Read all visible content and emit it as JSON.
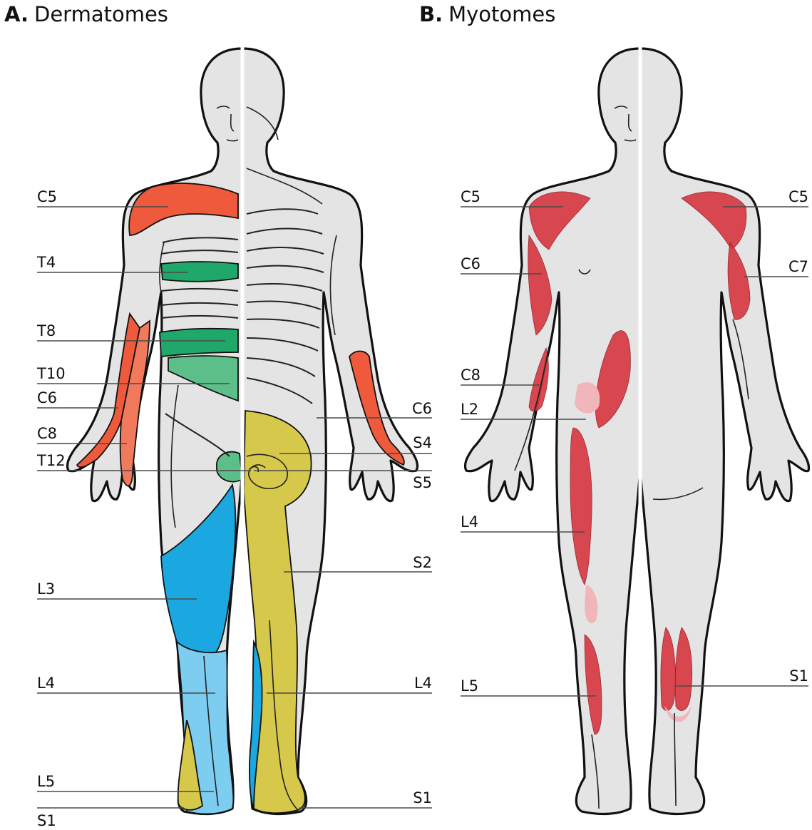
{
  "panels": [
    {
      "letter": "A.",
      "title": "Dermatomes"
    },
    {
      "letter": "B.",
      "title": "Myotomes"
    }
  ],
  "dermatome_labels": {
    "left": [
      "C5",
      "T4",
      "T8",
      "T10",
      "C6",
      "C8",
      "T12",
      "L3",
      "L4",
      "L5",
      "S1"
    ],
    "right": [
      "C6",
      "S4",
      "S5",
      "S2",
      "L4",
      "S1"
    ]
  },
  "myotome_labels": {
    "left": [
      "C5",
      "C6",
      "C8",
      "L2",
      "L4",
      "L5"
    ],
    "right": [
      "C5",
      "C7",
      "S1"
    ]
  },
  "colors": {
    "skin": "#e4e4e5",
    "cervical": "#f05a3c",
    "thoracic": "#1fa86a",
    "thoracic_light": "#5cbf8a",
    "lumbar": "#1ba8e0",
    "lumbar_light": "#7dcdf0",
    "sacral": "#d6c84a",
    "muscle": "#d7353f"
  }
}
